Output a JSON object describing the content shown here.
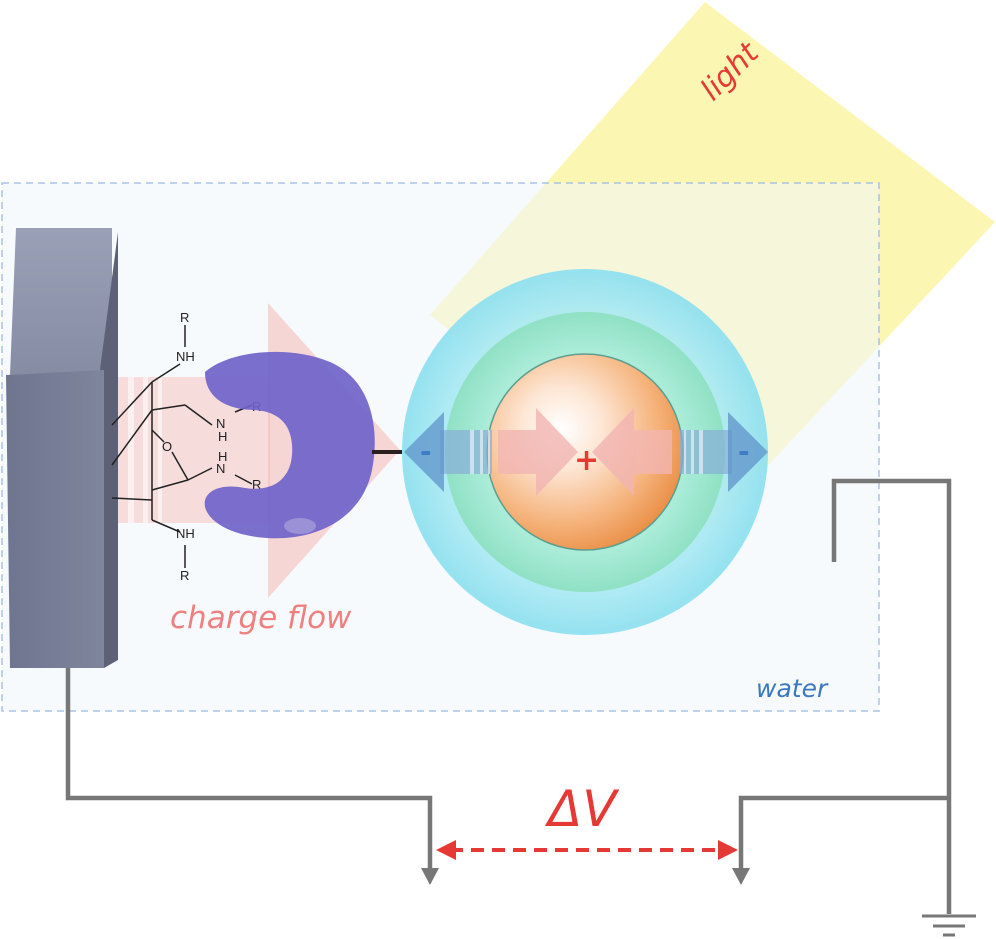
{
  "labels": {
    "light": "light",
    "charge_flow": "charge flow",
    "water": "water",
    "delta_v": "ΔV",
    "plus_sign": "+",
    "minus_left": "-",
    "minus_right": "-"
  },
  "chemistry": {
    "r_top": "R",
    "nh_top": "NH",
    "r_mid_upper": "R",
    "n_mid_upper": "N",
    "h_mid_upper": "H",
    "oxygen": "O",
    "n_mid_lower": "N",
    "h_mid_lower": "H",
    "r_mid_lower": "R",
    "nh_bottom": "NH",
    "r_bottom": "R"
  },
  "colors": {
    "light_beam": "#fbf5a8",
    "water_region": "#f3f8fd",
    "water_border": "#a9c3e3",
    "electrode": "#7a8096",
    "receptor": "#6f63c9",
    "charge_flow": "#f08080",
    "wire": "#777777",
    "delta_v": "#e53935",
    "shell_outer": "#a9ecf4",
    "shell_middle": "#9fe6cf",
    "core": "#f0a060",
    "minus": "#3e7cc4",
    "water_label": "#3a78c0"
  }
}
